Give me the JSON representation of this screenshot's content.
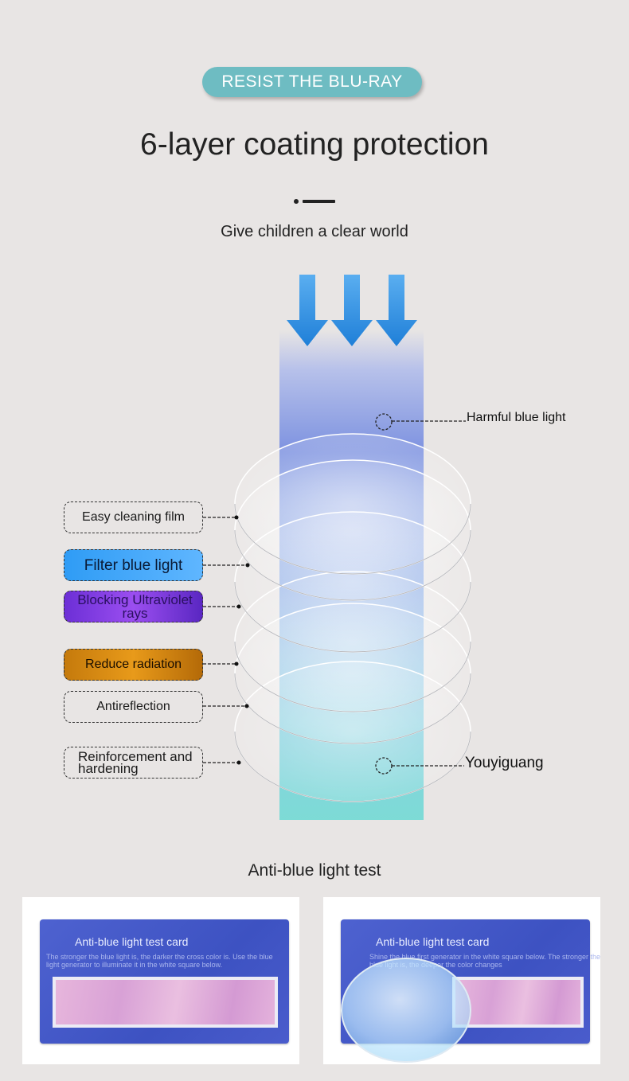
{
  "badge": "RESIST THE BLU-RAY",
  "title": "6-layer coating protection",
  "subtitle": "Give children a clear world",
  "diagram": {
    "incoming_label": "Harmful blue light",
    "outgoing_label": "Youyiguang",
    "layers": [
      {
        "label": "Easy cleaning film",
        "style": "plain"
      },
      {
        "label": "Filter blue light",
        "style": "blue"
      },
      {
        "label": "Blocking Ultraviolet rays",
        "style": "purple"
      },
      {
        "label": "Reduce radiation",
        "style": "amber"
      },
      {
        "label": "Antireflection",
        "style": "plain"
      },
      {
        "label": "Reinforcement and hardening",
        "style": "plain"
      }
    ],
    "colors": {
      "beam_top": "#7d92e0",
      "beam_bottom": "#7ddbd6",
      "arrow": "#2f8fe0"
    }
  },
  "test": {
    "title": "Anti-blue light test",
    "cards": [
      {
        "card_title": "Anti-blue light test card",
        "note": "The stronger the blue light is, the darker the cross color is. Use the blue light generator to illuminate it in the white square below."
      },
      {
        "card_title": "Anti-blue light test card",
        "note": "Shine the blue first generator in the white square below. The stronger the blue light is, the deeper the color changes"
      }
    ]
  }
}
